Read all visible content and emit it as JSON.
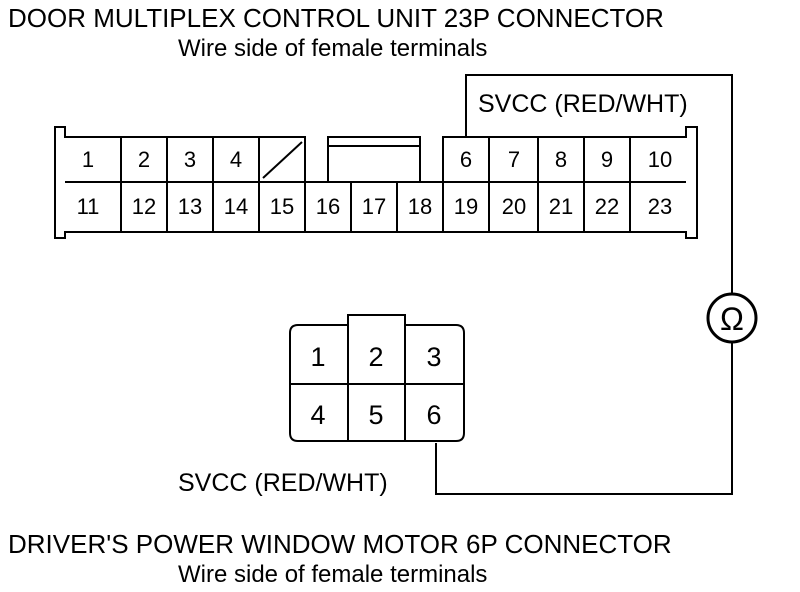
{
  "connector_23p": {
    "title": "DOOR MULTIPLEX CONTROL UNIT 23P CONNECTOR",
    "subtitle": "Wire side of female terminals",
    "wire_label": "SVCC (RED/WHT)",
    "top_row": [
      "1",
      "2",
      "3",
      "4",
      "",
      "",
      "6",
      "7",
      "8",
      "9",
      "10"
    ],
    "bottom_row": [
      "11",
      "12",
      "13",
      "14",
      "15",
      "16",
      "17",
      "18",
      "19",
      "20",
      "21",
      "22",
      "23"
    ]
  },
  "connector_6p": {
    "title": "DRIVER'S POWER WINDOW MOTOR 6P CONNECTOR",
    "subtitle": "Wire side of female terminals",
    "wire_label": "SVCC (RED/WHT)",
    "top_row": [
      "1",
      "2",
      "3"
    ],
    "bottom_row": [
      "4",
      "5",
      "6"
    ]
  },
  "meter": {
    "symbol": "Ω",
    "icon": "ohmmeter-icon"
  }
}
